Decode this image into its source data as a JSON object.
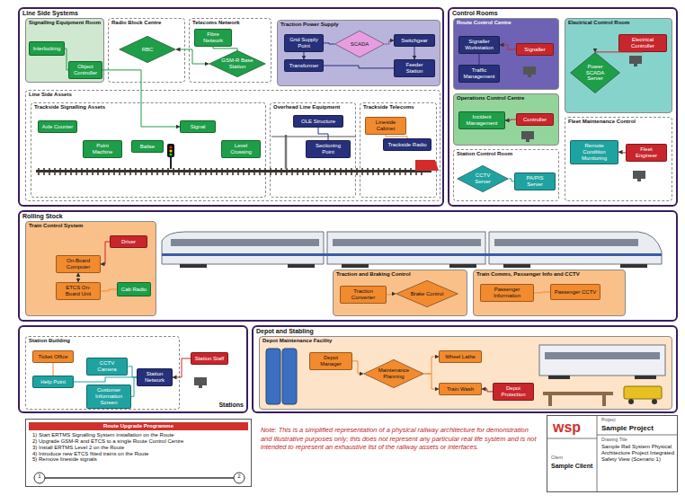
{
  "diagram": {
    "nodes": [
      {
        "text": [
          "Line Side Systems"
        ]
      },
      {
        "text": [
          "Line Side Assets"
        ],
        "in": 0
      },
      {
        "text": [
          "Signalling Equipment Room"
        ],
        "in": 0
      },
      {
        "text": [
          "Interlocking"
        ],
        "in": 2
      },
      {
        "text": [
          "Object Controller"
        ],
        "in": 2
      },
      {
        "text": [
          "Radio Block Centre"
        ],
        "in": 0
      },
      {
        "text": [
          "RBC"
        ],
        "in": 5
      },
      {
        "text": [
          "Telecoms Network"
        ],
        "in": 0
      },
      {
        "text": [
          "Fibre Network"
        ],
        "in": 7
      },
      {
        "text": [
          "GSM-R Base Station"
        ],
        "in": 7
      },
      {
        "text": [
          "Traction Power Supply"
        ],
        "in": 0
      },
      {
        "text": [
          "Grid Supply Point"
        ],
        "in": 10
      },
      {
        "text": [
          "Transformer"
        ],
        "in": 10
      },
      {
        "text": [
          "SCADA"
        ],
        "in": 10
      },
      {
        "text": [
          "Switchgear"
        ],
        "in": 10
      },
      {
        "text": [
          "Feeder Station"
        ],
        "in": 10
      },
      {
        "text": [
          "Trackside Signalling Assets"
        ],
        "in": 1
      },
      {
        "text": [
          "Axle Counter"
        ],
        "in": 16
      },
      {
        "text": [
          "Point Machine"
        ],
        "in": 16
      },
      {
        "text": [
          "Balise"
        ],
        "in": 16
      },
      {
        "text": [
          "Signal"
        ],
        "in": 16
      },
      {
        "text": [
          "Level Crossing"
        ],
        "in": 16
      },
      {
        "text": [
          "Overhead Line Equipment"
        ],
        "in": 1
      },
      {
        "text": [
          "OLE Structure"
        ],
        "in": 22
      },
      {
        "text": [
          "Sectioning Point"
        ],
        "in": 22
      },
      {
        "text": [
          "Trackside Telecoms"
        ],
        "in": 1
      },
      {
        "text": [
          "Lineside Cabinet"
        ],
        "in": 25
      },
      {
        "text": [
          "Trackside Radio"
        ],
        "in": 25
      },
      {
        "text": [
          "Control Rooms"
        ]
      },
      {
        "text": [
          "Route Control Centre"
        ],
        "in": 28
      },
      {
        "text": [
          "Signaller Workstation"
        ],
        "in": 29
      },
      {
        "text": [
          "Traffic Management"
        ],
        "in": 29
      },
      {
        "text": [
          "Signaller"
        ],
        "in": 29
      },
      {
        "text": [
          "Electrical Control Room"
        ],
        "in": 28
      },
      {
        "text": [
          "Electrical Controller"
        ],
        "in": 33
      },
      {
        "text": [
          "Power SCADA Server"
        ],
        "in": 33
      },
      {
        "text": [
          "Operations Control Centre"
        ],
        "in": 28
      },
      {
        "text": [
          "Controller"
        ],
        "in": 36
      },
      {
        "text": [
          "Incident Management"
        ],
        "in": 36
      },
      {
        "text": [
          "Station Control Room"
        ],
        "in": 28
      },
      {
        "text": [
          "CCTV Server"
        ],
        "in": 39
      },
      {
        "text": [
          "PA/PIS Server"
        ],
        "in": 39
      },
      {
        "text": [
          "Fleet Maintenance Control"
        ],
        "in": 28
      },
      {
        "text": [
          "Fleet Engineer"
        ],
        "in": 42
      },
      {
        "text": [
          "Remote Condition Monitoring"
        ],
        "in": 42
      },
      {
        "text": [
          "Rolling Stock"
        ]
      },
      {
        "text": [
          "Train Control System"
        ],
        "in": 45
      },
      {
        "text": [
          "Driver"
        ],
        "in": 46
      },
      {
        "text": [
          "On-Board Computer"
        ],
        "in": 46
      },
      {
        "text": [
          "ETCS On-Board Unit"
        ],
        "in": 46
      },
      {
        "text": [
          "Cab Radio"
        ],
        "in": 46
      },
      {
        "text": [
          "Traction and Braking Control"
        ],
        "in": 45
      },
      {
        "text": [
          "Traction Converter"
        ],
        "in": 51
      },
      {
        "text": [
          "Brake Control"
        ],
        "in": 51
      },
      {
        "text": [
          "Train Comms, Passenger Info and CCTV"
        ],
        "in": 45
      },
      {
        "text": [
          "Passenger Information"
        ],
        "in": 54
      },
      {
        "text": [
          "Passenger CCTV"
        ],
        "in": 54
      },
      {
        "text": [
          "Stations"
        ]
      },
      {
        "text": [
          "Station Building"
        ],
        "in": 57
      },
      {
        "text": [
          "Station Staff"
        ],
        "in": 57
      },
      {
        "text": [
          "Ticket Office"
        ],
        "in": 58
      },
      {
        "text": [
          "Help Point"
        ],
        "in": 58
      },
      {
        "text": [
          "CCTV Camera"
        ],
        "in": 58
      },
      {
        "text": [
          "Customer Information Screen"
        ],
        "in": 58
      },
      {
        "text": [
          "Station Network"
        ],
        "in": 58
      },
      {
        "text": [
          "Depot and Stabling"
        ]
      },
      {
        "text": [
          "Depot Maintenance Facility"
        ],
        "in": 65
      },
      {
        "text": [
          "Depot Manager"
        ],
        "in": 66
      },
      {
        "text": [
          "Maintenance Planning"
        ],
        "in": 66
      },
      {
        "text": [
          "Wheel Lathe"
        ],
        "in": 66
      },
      {
        "text": [
          "Train Wash"
        ],
        "in": 66
      },
      {
        "text": [
          "Depot Protection"
        ],
        "in": 66
      },
      {
        "text": [
          "Route Upgrade Programme",
          "1) Start ERTMS Signalling System installation on the Route",
          "2) Upgrade GSM-R and ETCS to a single Route Control Centre",
          "3) Install ERTMS Level 2 on the Route",
          "4) Introduce new ETCS fitted trains on the Route",
          "5) Remove lineside signals"
        ]
      },
      {
        "text": [
          "wsp",
          "Client",
          "Sample Client",
          "Project",
          "Sample Project",
          "Drawing Title",
          "Sample Rail System Physical Architecture Project Integrated Safety View (Scenario 1)"
        ]
      }
    ],
    "edges": [
      {
        "from": 3,
        "to": 4,
        "arrow": "none"
      },
      {
        "from": 6,
        "to": 9,
        "arrow": "both"
      },
      {
        "from": 8,
        "to": 9,
        "arrow": "none"
      },
      {
        "from": 4,
        "to": 20,
        "arrow": "to"
      },
      {
        "from": 11,
        "to": 13,
        "arrow": "none"
      },
      {
        "from": 13,
        "to": 14,
        "arrow": "to"
      },
      {
        "from": 12,
        "to": 15,
        "arrow": "none"
      },
      {
        "from": 11,
        "to": 12,
        "arrow": "to"
      },
      {
        "from": 14,
        "to": 15,
        "arrow": "to"
      },
      {
        "from": 23,
        "to": 24,
        "arrow": "none"
      },
      {
        "from": 30,
        "to": 31,
        "arrow": "none"
      },
      {
        "from": 32,
        "to": 30,
        "arrow": "to"
      },
      {
        "from": 34,
        "to": 35,
        "arrow": "to"
      },
      {
        "from": 37,
        "to": 38,
        "arrow": "to"
      },
      {
        "from": 40,
        "to": 41,
        "arrow": "none"
      },
      {
        "from": 43,
        "to": 44,
        "arrow": "to"
      },
      {
        "from": 47,
        "to": 48,
        "arrow": "to"
      },
      {
        "from": 48,
        "to": 49,
        "arrow": "both"
      },
      {
        "from": 49,
        "to": 50,
        "arrow": "none"
      },
      {
        "from": 52,
        "to": 53,
        "arrow": "to"
      },
      {
        "from": 55,
        "to": 56,
        "arrow": "none"
      },
      {
        "from": 59,
        "to": 64,
        "arrow": "to"
      },
      {
        "from": 61,
        "to": 64,
        "arrow": "none"
      },
      {
        "from": 62,
        "to": 64,
        "arrow": "none"
      },
      {
        "from": 63,
        "to": 64,
        "arrow": "none"
      },
      {
        "from": 60,
        "to": 61,
        "arrow": "none"
      },
      {
        "from": 67,
        "to": 68,
        "arrow": "to"
      },
      {
        "from": 68,
        "to": 69,
        "arrow": "to"
      },
      {
        "from": 68,
        "to": 70,
        "arrow": "to"
      },
      {
        "from": 71,
        "to": 70,
        "arrow": "to"
      },
      {
        "from": 26,
        "to": 27,
        "arrow": "none"
      }
    ],
    "labels": [
      "Note: This is a simplified representation of a physical railway architecture for demonstration and illustrative purposes only; this does not represent any particular real life system and is not intended to represent an exhaustive list of the railway assets or interfaces.",
      "1",
      "2"
    ]
  }
}
